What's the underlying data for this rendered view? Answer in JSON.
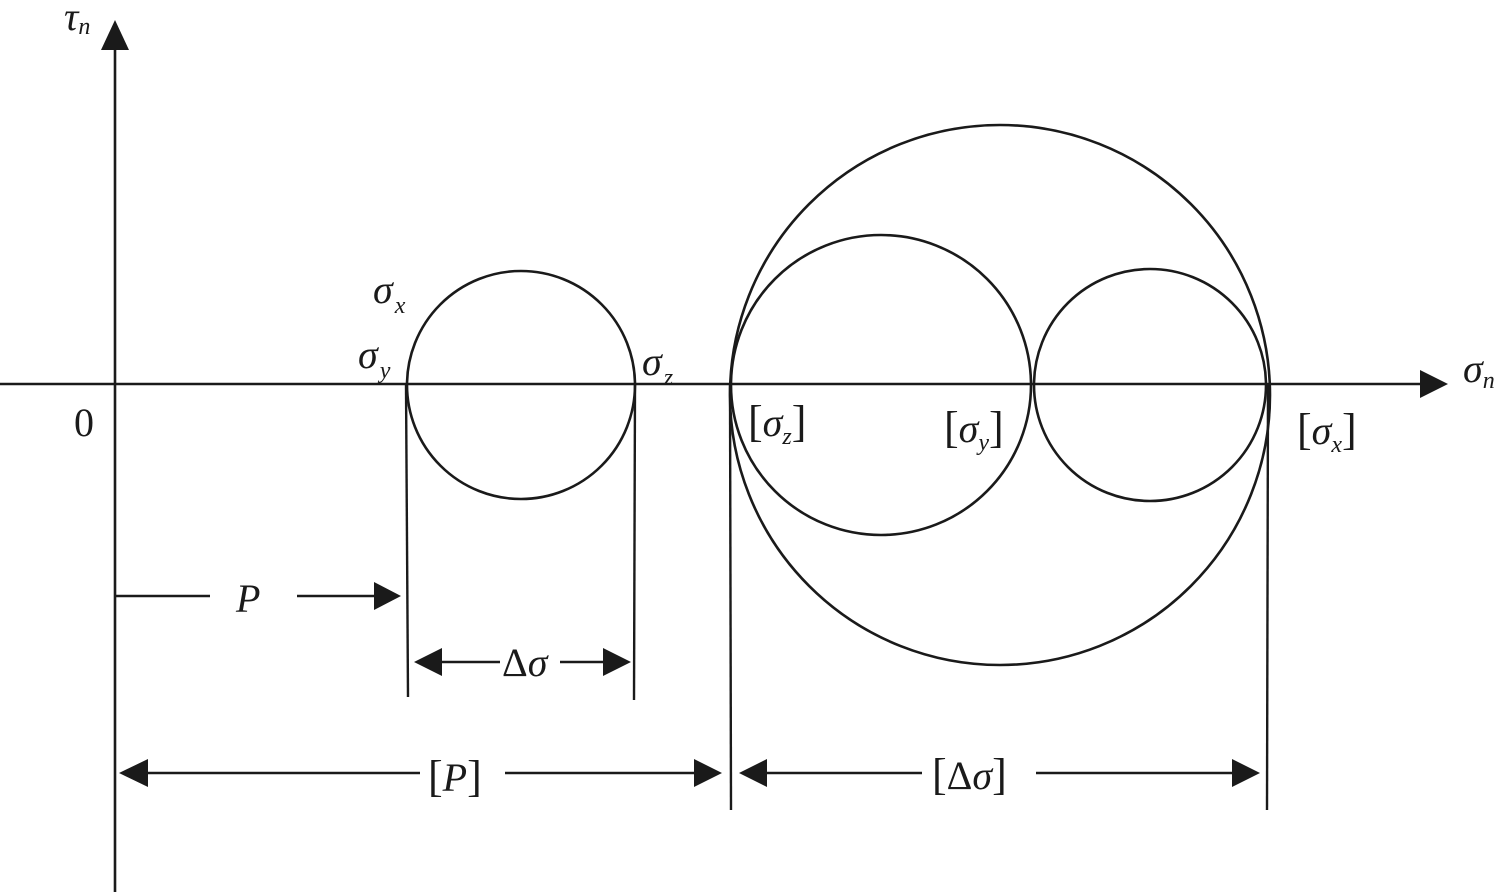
{
  "axes": {
    "vertical_symbol": "τ",
    "vertical_sub": "n",
    "horizontal_symbol": "σ",
    "horizontal_sub": "n",
    "origin": "0"
  },
  "stress_labels": {
    "sx_symbol": "σ",
    "sx_sub": "x",
    "sy_symbol": "σ",
    "sy_sub": "y",
    "sz_symbol": "σ",
    "sz_sub": "z"
  },
  "allowable_labels": {
    "open_bracket": "[",
    "close_bracket": "]",
    "z_symbol": "σ",
    "z_sub": "z",
    "y_symbol": "σ",
    "y_sub": "y",
    "x_symbol": "σ",
    "x_sub": "x"
  },
  "dimensions": {
    "p_label": "P",
    "delta_symbol": "Δ",
    "sigma_symbol": "σ",
    "allow_p_label": "P"
  },
  "colors": {
    "ink": "#1a1a1a",
    "background": "#ffffff"
  }
}
